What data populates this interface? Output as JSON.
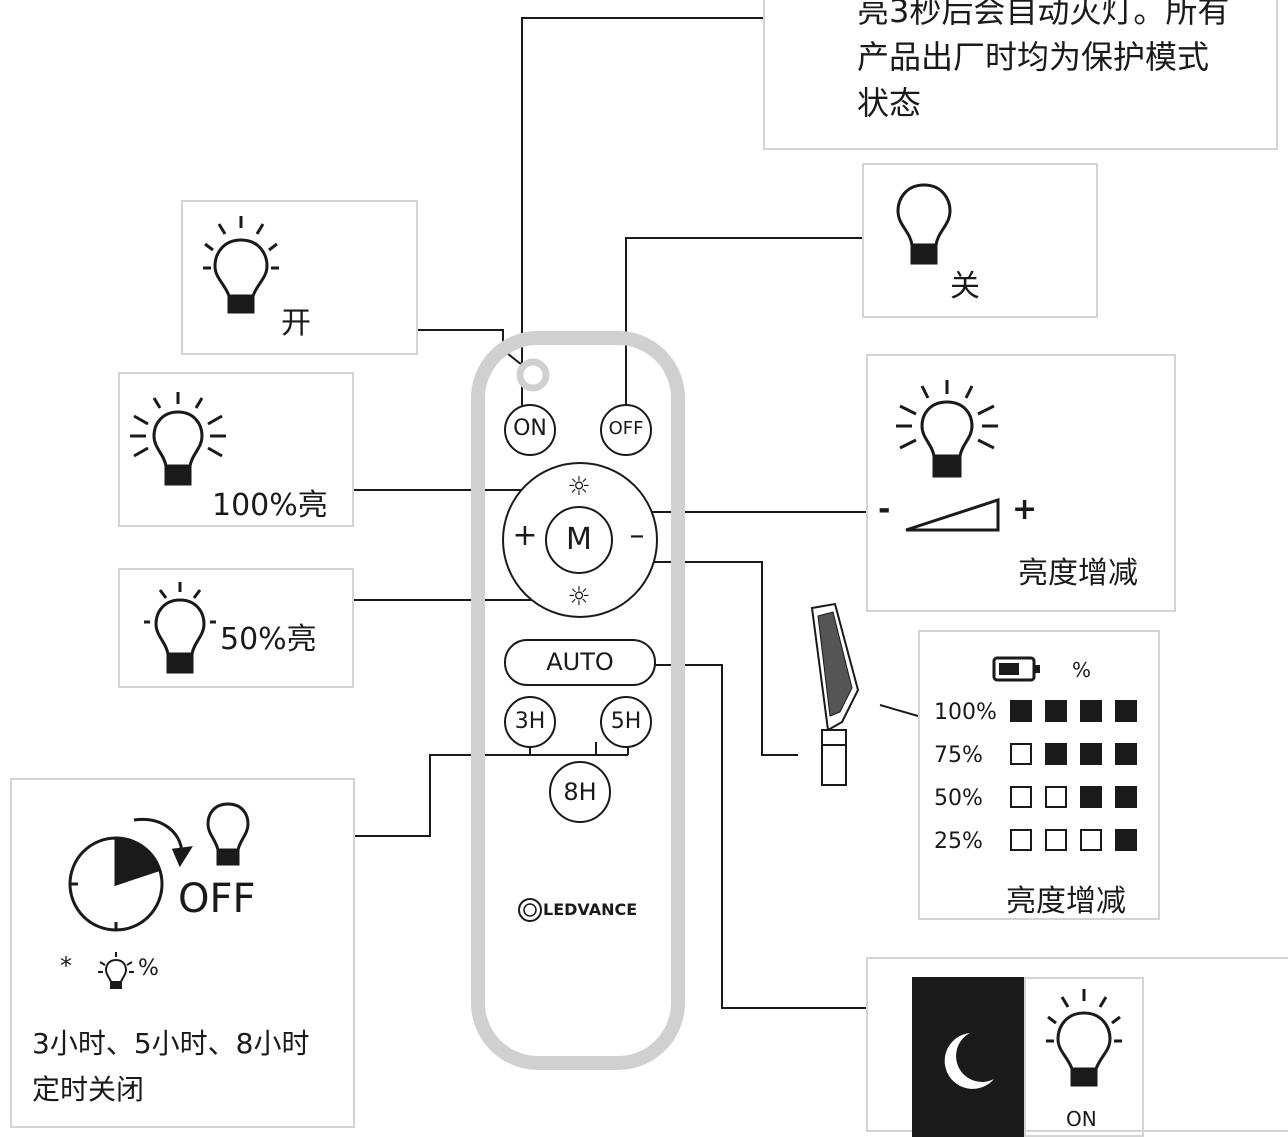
{
  "top_note": {
    "line1": "亮3秒后会自动灭灯。所有",
    "line2": "产品出厂时均为保护模式",
    "line3": "状态"
  },
  "panels": {
    "on_label": "开",
    "off_label": "关",
    "full_label": "100%亮",
    "half_label": "50%亮",
    "dim_minus": "-",
    "dim_plus": "+",
    "dim_caption": "亮度增减",
    "timer_off": "OFF",
    "timer_star": "*",
    "timer_pct": "%",
    "timer_line1": "3小时、5小时、8小时",
    "timer_line2": "定时关闭",
    "auto_on": "ON"
  },
  "remote": {
    "on_button": "ON",
    "off_button": "OFF",
    "mode_button": "M",
    "plus_key": "+",
    "minus_key": "–",
    "bright_up_icon": "☼",
    "bright_down_icon": "☼",
    "auto_button": "AUTO",
    "timer_3h": "3H",
    "timer_5h": "5H",
    "timer_8h": "8H",
    "brand": "LEDVANCE"
  },
  "battery_table": {
    "header_pct": "%",
    "caption": "亮度增减",
    "rows": [
      {
        "label": "100%",
        "filled": 4
      },
      {
        "label": "75%",
        "filled": 3
      },
      {
        "label": "50%",
        "filled": 2
      },
      {
        "label": "25%",
        "filled": 1
      }
    ]
  }
}
